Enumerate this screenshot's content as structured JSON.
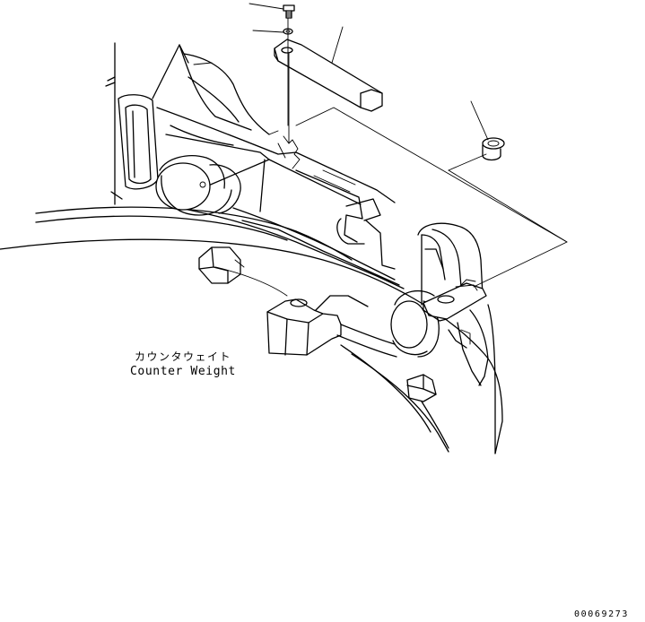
{
  "labels": {
    "part_name_jp": "カウンタウェイト",
    "part_name_en": "Counter Weight"
  },
  "document_number": "00069273",
  "colors": {
    "line": "#000000",
    "background": "#ffffff"
  }
}
